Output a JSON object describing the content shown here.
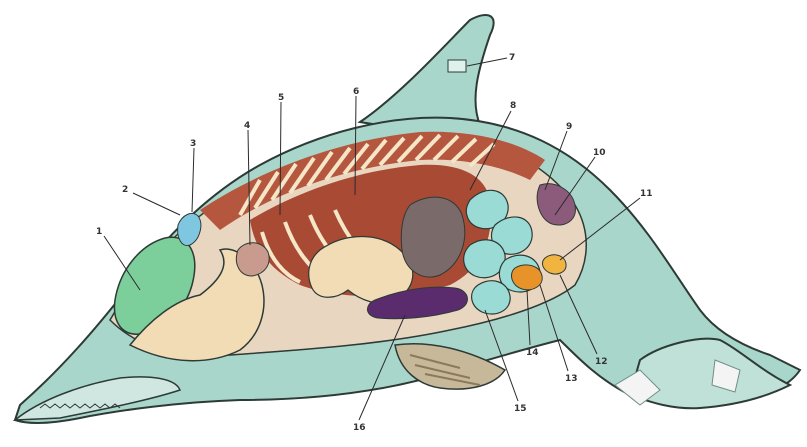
{
  "figure": {
    "labels": [
      "1",
      "2",
      "3",
      "4",
      "5",
      "6",
      "7",
      "8",
      "9",
      "10",
      "11",
      "12",
      "13",
      "14",
      "15",
      "16"
    ]
  },
  "colors": {
    "skin": "#a9d6cb",
    "skin_dark": "#6fb3a4",
    "outline": "#2d3a36",
    "lung": "#7ccf9a",
    "muscle": "#b5563f",
    "bone": "#f1dcb5",
    "stomach": "#9adbd6",
    "spleen": "#e8922a",
    "gut": "#5a2c6e",
    "liver": "#7a6a6a"
  }
}
